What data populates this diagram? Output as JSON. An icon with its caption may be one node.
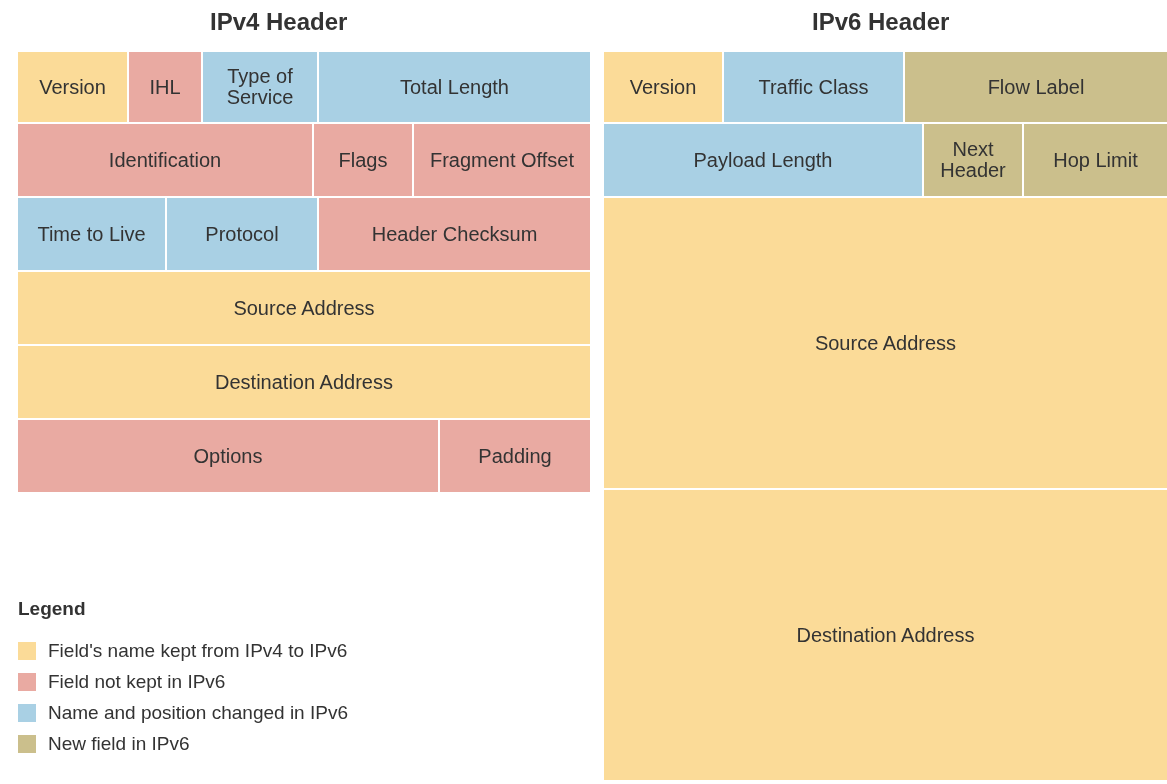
{
  "diagram": {
    "nodes": [
      {
        "text": [
          "Version"
        ]
      },
      {
        "text": [
          "IHL"
        ]
      },
      {
        "text": [
          "Type of Service"
        ]
      },
      {
        "text": [
          "Total Length"
        ]
      },
      {
        "text": [
          "Identification"
        ]
      },
      {
        "text": [
          "Flags"
        ]
      },
      {
        "text": [
          "Fragment Offset"
        ]
      },
      {
        "text": [
          "Time to Live"
        ]
      },
      {
        "text": [
          "Protocol"
        ]
      },
      {
        "text": [
          "Header Checksum"
        ]
      },
      {
        "text": [
          "Source Address"
        ]
      },
      {
        "text": [
          "Destination Address"
        ]
      },
      {
        "text": [
          "Options"
        ]
      },
      {
        "text": [
          "Padding"
        ]
      },
      {
        "text": [
          "Version"
        ]
      },
      {
        "text": [
          "Traffic Class"
        ]
      },
      {
        "text": [
          "Flow Label"
        ]
      },
      {
        "text": [
          "Payload Length"
        ]
      },
      {
        "text": [
          "Next Header"
        ]
      },
      {
        "text": [
          "Hop Limit"
        ]
      },
      {
        "text": [
          "Source Address"
        ]
      },
      {
        "text": [
          "Destination Address"
        ]
      }
    ],
    "labels": [
      "IPv4 Header",
      "IPv6 Header",
      "Legend"
    ],
    "legend": [
      {
        "text": "Field's name kept from IPv4 to IPv6",
        "color": "#fbdb98"
      },
      {
        "text": "Field not kept in IPv6",
        "color": "#e9aaa2"
      },
      {
        "text": "Name and position changed in IPv6",
        "color": "#a9d0e4"
      },
      {
        "text": "New field in IPv6",
        "color": "#cbbf8c"
      }
    ]
  }
}
